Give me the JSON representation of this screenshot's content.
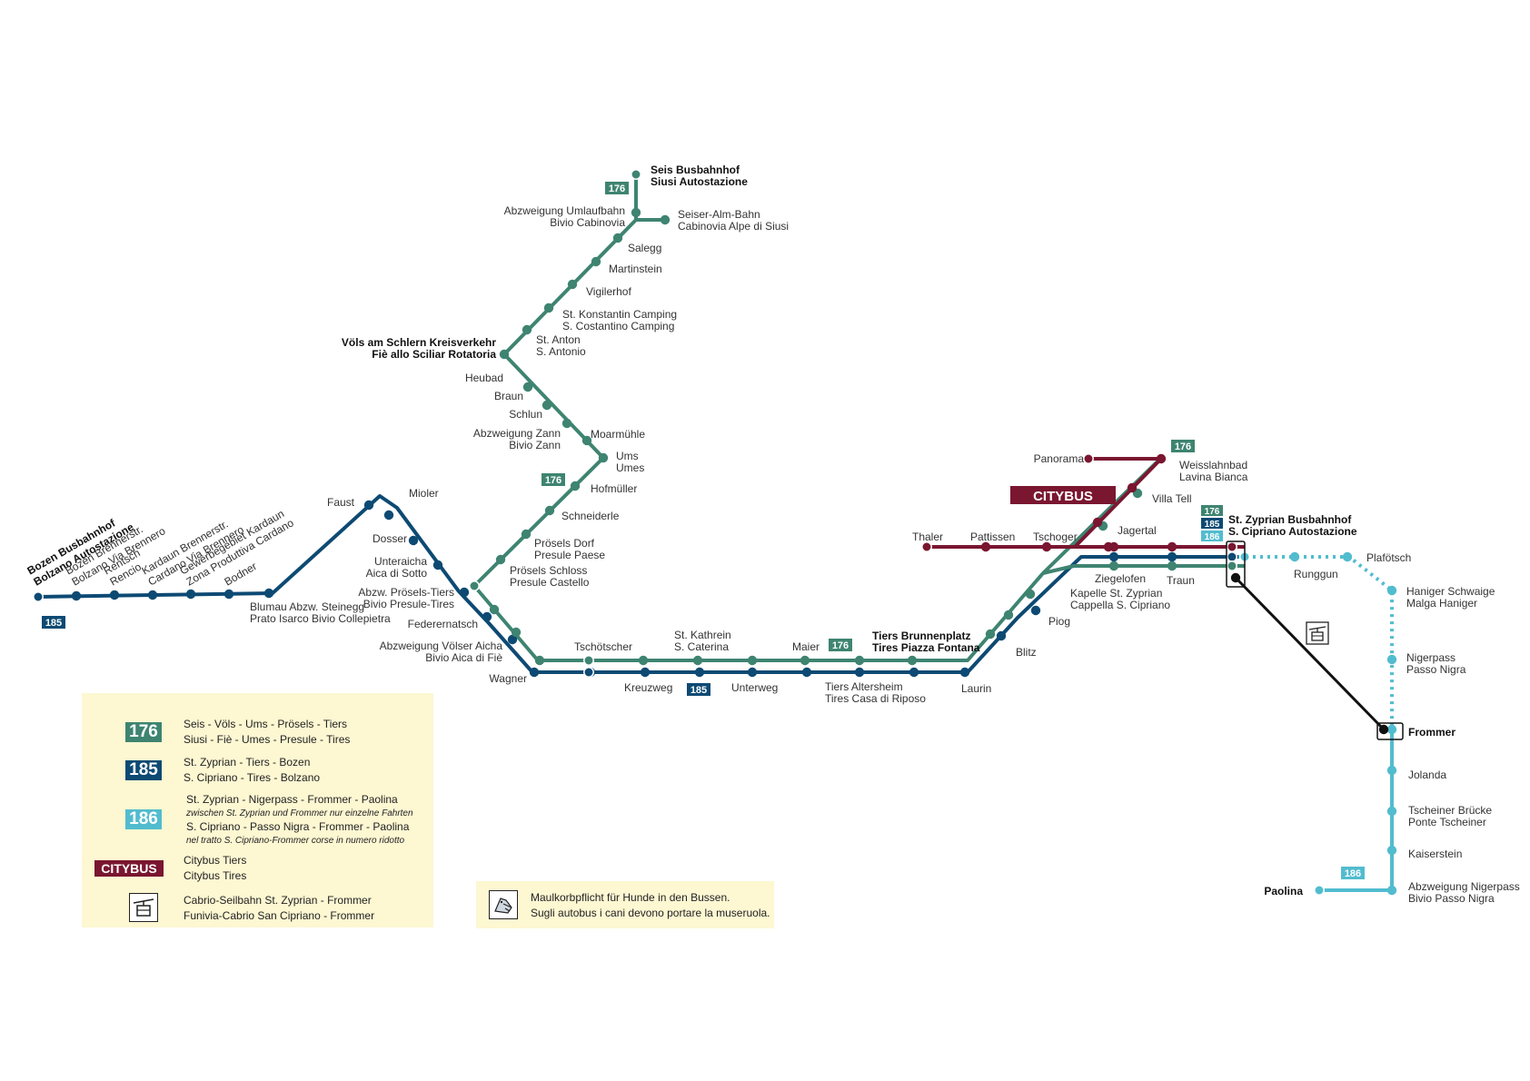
{
  "colors": {
    "l176": "#3e8471",
    "l185": "#0d4a73",
    "l186": "#52bccf",
    "citybus": "#7a1630",
    "cable": "#111111",
    "legend_bg": "#fdf7d2"
  },
  "icons": {
    "cablecar": "cable-car-icon",
    "muzzle": "dog-muzzle-icon"
  },
  "line_badges": {
    "176": "176",
    "185": "185",
    "186": "186",
    "citybus": "CITYBUS"
  },
  "stops": {
    "bozen": [
      "Bozen Busbahnhof",
      "Bolzano Autostazione"
    ],
    "bozen_brenner": [
      "Bozen Brennerstr.",
      "Bolzano Via Brennero"
    ],
    "rentsch": [
      "Rentsch",
      "Rencio"
    ],
    "kardaun": [
      "Kardaun Brennerstr.",
      "Cardano Via Brennero"
    ],
    "gewerbegebiet": [
      "Gewerbegebiet Kardaun",
      "Zona Produttiva Cardano"
    ],
    "bodner": "Bodner",
    "blumau": [
      "Blumau Abzw. Steinegg",
      "Prato Isarco Bivio Collepietra"
    ],
    "faust": "Faust",
    "mioler": "Mioler",
    "dosser": "Dosser",
    "unteraicha": [
      "Unteraicha",
      "Aica di Sotto"
    ],
    "abzw_proesels": [
      "Abzw. Prösels-Tiers",
      "Bivio Presule-Tires"
    ],
    "federernatsch": "Federernatsch",
    "voelser_aicha": [
      "Abzweigung Völser Aicha",
      "Bivio Aica di Fiè"
    ],
    "wagner": "Wagner",
    "seis": [
      "Seis Busbahnhof",
      "Siusi Autostazione"
    ],
    "umlaufbahn": [
      "Abzweigung Umlaufbahn",
      "Bivio Cabinovia"
    ],
    "seiser_alm": [
      "Seiser-Alm-Bahn",
      "Cabinovia Alpe di Siusi"
    ],
    "salegg": "Salegg",
    "martinstein": "Martinstein",
    "vigilerhof": "Vigilerhof",
    "konstantin": [
      "St. Konstantin Camping",
      "S. Costantino Camping"
    ],
    "anton": [
      "St. Anton",
      "S. Antonio"
    ],
    "voels": [
      "Völs am Schlern Kreisverkehr",
      "Fiè allo Sciliar Rotatoria"
    ],
    "heubad": "Heubad",
    "braun": "Braun",
    "schlun": "Schlun",
    "zann": [
      "Abzweigung Zann",
      "Bivio Zann"
    ],
    "moarmuehle": "Moarmühle",
    "ums": [
      "Ums",
      "Umes"
    ],
    "hofmueller": "Hofmüller",
    "schneiderle": "Schneiderle",
    "proesels_dorf": [
      "Prösels Dorf",
      "Presule Paese"
    ],
    "proesels_schloss": [
      "Prösels Schloss",
      "Presule Castello"
    ],
    "tschoetscher": "Tschötscher",
    "kreuzweg": "Kreuzweg",
    "kathrein": [
      "St. Kathrein",
      "S. Caterina"
    ],
    "unterweg": "Unterweg",
    "maier": "Maier",
    "altersheim": [
      "Tiers Altersheim",
      "Tires Casa di Riposo"
    ],
    "brunnenplatz": [
      "Tiers Brunnenplatz",
      "Tires Piazza Fontana"
    ],
    "laurin": "Laurin",
    "blitz": "Blitz",
    "piog": "Piog",
    "kapelle": [
      "Kapelle St. Zyprian",
      "Cappella S. Cipriano"
    ],
    "ziegelofen": "Ziegelofen",
    "jagertal": "Jagertal",
    "villa_tell": "Villa Tell",
    "weisslahnbad": [
      "Weisslahnbad",
      "Lavina Bianca"
    ],
    "panorama": "Panorama",
    "thaler": "Thaler",
    "pattissen": "Pattissen",
    "tschoger": "Tschoger",
    "traun": "Traun",
    "st_zyprian": [
      "St. Zyprian Busbahnhof",
      "S. Cipriano Autostazione"
    ],
    "runggun": "Runggun",
    "plafoetsch": "Plafötsch",
    "haniger": [
      "Haniger Schwaige",
      "Malga Haniger"
    ],
    "nigerpass": [
      "Nigerpass",
      "Passo Nigra"
    ],
    "frommer": "Frommer",
    "jolanda": "Jolanda",
    "tscheiner": [
      "Tscheiner Brücke",
      "Ponte Tscheiner"
    ],
    "kaiserstein": "Kaiserstein",
    "abzw_nigerpass": [
      "Abzweigung Nigerpass",
      "Bivio Passo Nigra"
    ],
    "paolina": "Paolina"
  },
  "legend": {
    "l176": [
      "Seis - Völs - Ums - Prösels - Tiers",
      "Siusi - Fiè - Umes - Presule - Tires"
    ],
    "l185": [
      "St. Zyprian - Tiers - Bozen",
      "S. Cipriano - Tires - Bolzano"
    ],
    "l186": [
      "St. Zyprian - Nigerpass - Frommer - Paolina",
      "zwischen St. Zyprian und Frommer nur einzelne Fahrten",
      "S. Cipriano - Passo Nigra - Frommer - Paolina",
      "nel tratto S. Cipriano-Frommer corse in numero ridotto"
    ],
    "citybus": [
      "Citybus Tiers",
      "Citybus Tires"
    ],
    "cable": [
      "Cabrio-Seilbahn St. Zyprian - Frommer",
      "Funivia-Cabrio San Cipriano - Frommer"
    ]
  },
  "notice": [
    "Maulkorbpflicht für Hunde in den Bussen.",
    "Sugli autobus i cani devono portare la museruola."
  ]
}
